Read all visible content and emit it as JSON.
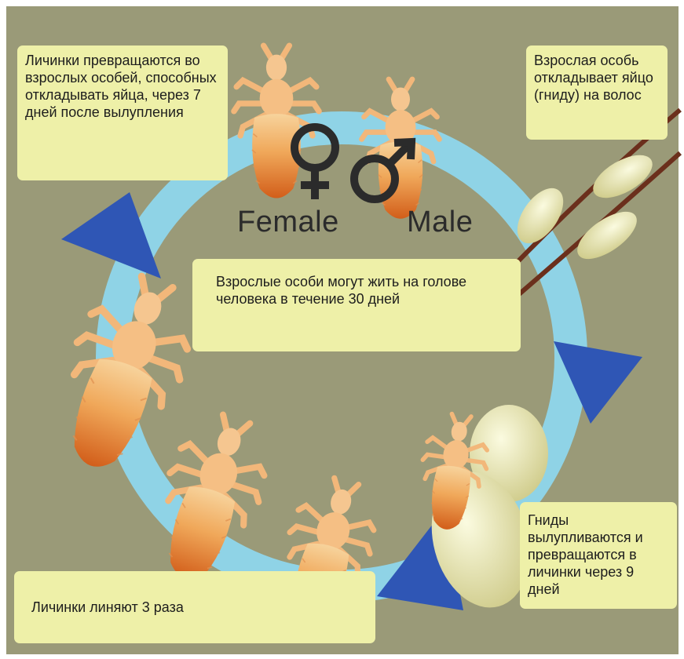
{
  "colors": {
    "background": "#9a9a78",
    "ring": "#8fd3e6",
    "arrow": "#2f56b5",
    "note": "#eef0a8",
    "hair": "#6b2f1c",
    "egg": "#ecebb9",
    "louse_light": "#f5c98e",
    "louse_dark": "#d9661e"
  },
  "notes": {
    "top_left": "Личинки превращаются во взрослых особей, способных откладывать яйца, через 7 дней после вылупления",
    "top_right": "Взрослая особь откладывает яйцо (гниду) на волос",
    "center": "Взрослые особи могут жить на голове человека в течение 30 дней",
    "bottom_right": "Гниды вылупливаются и превращаются в личинки через 9 дней",
    "bottom_left": "Личинки линяют 3 раза"
  },
  "labels": {
    "female": "Female",
    "male": "Male"
  },
  "icons": {
    "female": "female-symbol-icon",
    "male": "male-symbol-icon"
  }
}
